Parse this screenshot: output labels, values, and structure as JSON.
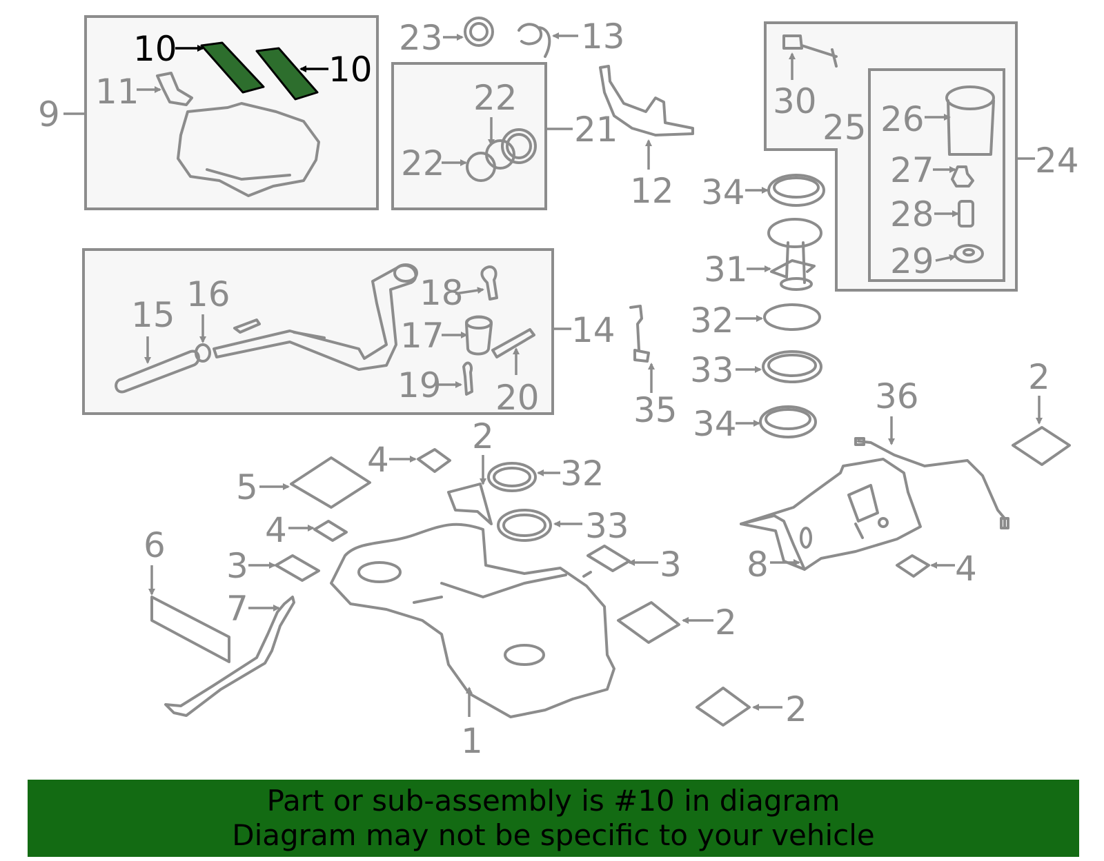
{
  "diagram": {
    "highlight_color": "#2d6e2d",
    "line_color": "#8c8c8c",
    "callouts": {
      "c1": "1",
      "c2": "2",
      "c3": "3",
      "c4": "4",
      "c5": "5",
      "c6": "6",
      "c7": "7",
      "c8": "8",
      "c9": "9",
      "c10": "10",
      "c11": "11",
      "c12": "12",
      "c13": "13",
      "c14": "14",
      "c15": "15",
      "c16": "16",
      "c17": "17",
      "c18": "18",
      "c19": "19",
      "c20": "20",
      "c21": "21",
      "c22": "22",
      "c23": "23",
      "c24": "24",
      "c25": "25",
      "c26": "26",
      "c27": "27",
      "c28": "28",
      "c29": "29",
      "c30": "30",
      "c31": "31",
      "c32": "32",
      "c33": "33",
      "c34": "34",
      "c35": "35",
      "c36": "36"
    }
  },
  "banner": {
    "background": "#136b13",
    "line1": "Part or sub-assembly is #10 in diagram",
    "line2": "Diagram may not be specific to your vehicle"
  }
}
